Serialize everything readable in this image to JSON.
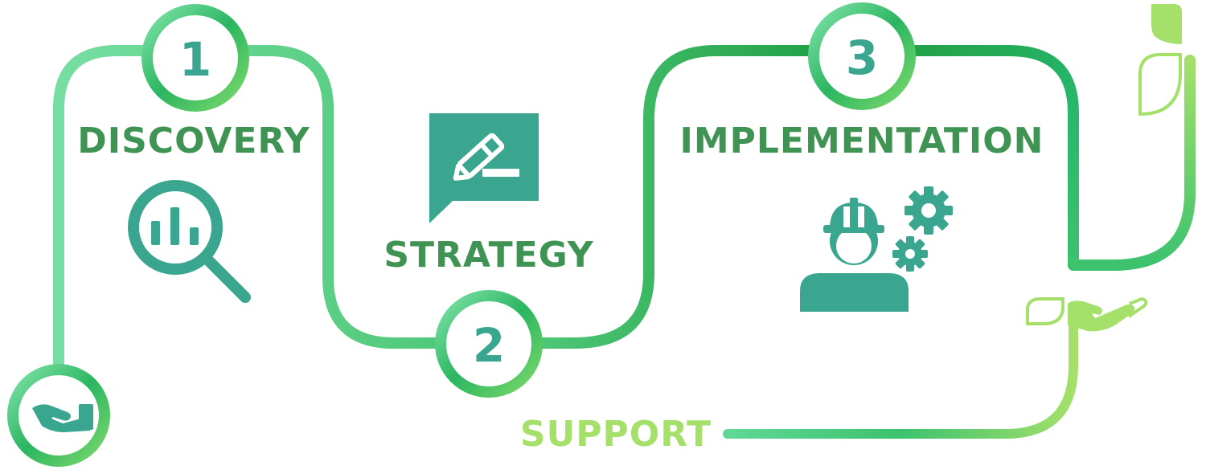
{
  "steps": [
    {
      "number": "1",
      "title": "DISCOVERY",
      "icon": "magnifier-chart-icon"
    },
    {
      "number": "2",
      "title": "STRATEGY",
      "icon": "pencil-speech-bubble-icon"
    },
    {
      "number": "3",
      "title": "IMPLEMENTATION",
      "icon": "worker-gears-icon"
    }
  ],
  "support": {
    "title": "SUPPORT",
    "icon": "helping-hand-icon"
  },
  "decorations": [
    "sprout-leaf-icon",
    "hand-leaf-icon"
  ],
  "colors": {
    "path_light": "#6fdc9c",
    "path_mid": "#3cc26e",
    "path_dark": "#22a046",
    "path_lime": "#a4e06a",
    "icon_teal": "#3aa68f",
    "title_green": "#3f9353",
    "support_lime": "#a4e06a"
  }
}
